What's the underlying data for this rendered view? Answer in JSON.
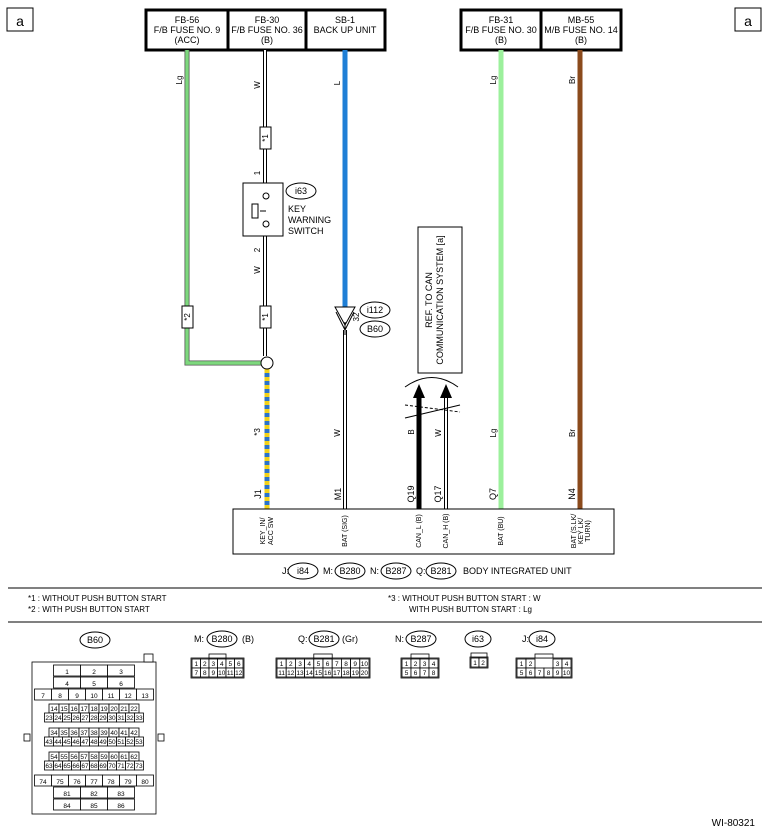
{
  "corner_label": "a",
  "fuses_left": [
    {
      "id": "FB-56",
      "line1": "F/B FUSE NO. 9",
      "line2": "(ACC)"
    },
    {
      "id": "FB-30",
      "line1": "F/B FUSE NO. 36",
      "line2": "(B)"
    },
    {
      "id": "SB-1",
      "line1": "BACK UP UNIT",
      "line2": ""
    }
  ],
  "fuses_right": [
    {
      "id": "FB-31",
      "line1": "F/B FUSE NO. 30",
      "line2": "(B)"
    },
    {
      "id": "MB-55",
      "line1": "M/B FUSE NO. 14",
      "line2": "(B)"
    }
  ],
  "wire_colors": {
    "lg": "Lg",
    "w": "W",
    "l": "L",
    "br": "Br",
    "b": "B",
    "note3": "*3"
  },
  "colors": {
    "light_green": "#7dd87d",
    "bright_green": "#9cf09c",
    "blue": "#1f7fd6",
    "brown": "#8b4a1c",
    "dash_yellow": "#f2d21a",
    "dash_blue": "#2b73c9"
  },
  "note_tags": {
    "n1": "*1",
    "n2": "*2"
  },
  "switch": {
    "ref": "i63",
    "label": [
      "KEY",
      "WARNING",
      "SWITCH"
    ],
    "pin_top": "1",
    "pin_bottom": "2"
  },
  "connector_b60": {
    "pin": "32",
    "refs": [
      "i112",
      "B60"
    ]
  },
  "can_ref": [
    "REF. TO CAN",
    "COMMUNICATION SYSTEM [a]"
  ],
  "pins": [
    "J1",
    "M1",
    "Q19",
    "Q17",
    "Q7",
    "N4"
  ],
  "terminal_labels": [
    [
      "KEY_IN/",
      "ACC SW"
    ],
    [
      "BAT (SIG)"
    ],
    [
      "CAN_L (B)"
    ],
    [
      "CAN_H (B)"
    ],
    [
      "BAT (BU)"
    ],
    [
      "BAT (S.LK/",
      "KEY LK/",
      "TURN)"
    ]
  ],
  "connector_legend": [
    {
      "prefix": "J:",
      "ref": "i84"
    },
    {
      "prefix": "M:",
      "ref": "B280"
    },
    {
      "prefix": "N:",
      "ref": "B287"
    },
    {
      "prefix": "Q:",
      "ref": "B281"
    }
  ],
  "unit_name": "BODY INTEGRATED UNIT",
  "notes": {
    "n1": "*1  : WITHOUT PUSH BUTTON START",
    "n2": "*2  : WITH PUSH BUTTON START",
    "n3a": "*3  : WITHOUT PUSH BUTTON START  : W",
    "n3b": "WITH PUSH BUTTON START  : Lg"
  },
  "connectors": {
    "b60": {
      "label": "B60",
      "rows": [
        [
          "1",
          "2",
          "3"
        ],
        [
          "4",
          "5",
          "6"
        ],
        [
          "7",
          "8",
          "9",
          "10",
          "11",
          "12",
          "13"
        ],
        [
          "14",
          "15",
          "16",
          "17",
          "18",
          "19",
          "20",
          "21",
          "22"
        ],
        [
          "23",
          "24",
          "25",
          "26",
          "27",
          "28",
          "29",
          "30",
          "31",
          "32",
          "33"
        ],
        [
          "34",
          "35",
          "36",
          "37",
          "38",
          "39",
          "40",
          "41",
          "42"
        ],
        [
          "43",
          "44",
          "45",
          "46",
          "47",
          "48",
          "49",
          "50",
          "51",
          "52",
          "53"
        ],
        [
          "54",
          "55",
          "56",
          "57",
          "58",
          "59",
          "60",
          "61",
          "62"
        ],
        [
          "63",
          "64",
          "65",
          "66",
          "67",
          "68",
          "69",
          "70",
          "71",
          "72",
          "73"
        ],
        [
          "74",
          "75",
          "76",
          "77",
          "78",
          "79",
          "80"
        ],
        [
          "81",
          "82",
          "83"
        ],
        [
          "84",
          "85",
          "86"
        ]
      ]
    },
    "b280": {
      "prefix": "M:",
      "label": "B280",
      "suffix": "(B)",
      "rows": [
        [
          "1",
          "2",
          "3",
          "4",
          "5",
          "6"
        ],
        [
          "7",
          "8",
          "9",
          "10",
          "11",
          "12"
        ]
      ]
    },
    "b281": {
      "prefix": "Q:",
      "label": "B281",
      "suffix": "(Gr)",
      "rows": [
        [
          "1",
          "2",
          "3",
          "4",
          "5",
          "6",
          "7",
          "8",
          "9",
          "10"
        ],
        [
          "11",
          "12",
          "13",
          "14",
          "15",
          "16",
          "17",
          "18",
          "19",
          "20"
        ]
      ]
    },
    "b287": {
      "prefix": "N:",
      "label": "B287",
      "rows": [
        [
          "1",
          "2",
          "3",
          "4"
        ],
        [
          "5",
          "6",
          "7",
          "8"
        ]
      ]
    },
    "i63": {
      "label": "i63",
      "rows": [
        [
          "1",
          "2"
        ]
      ]
    },
    "i84": {
      "prefix": "J:",
      "label": "i84",
      "rows": [
        [
          "1",
          "2",
          "",
          "",
          "3",
          "4"
        ],
        [
          "5",
          "6",
          "7",
          "8",
          "9",
          "10"
        ]
      ]
    }
  },
  "figure_code": "WI-80321"
}
